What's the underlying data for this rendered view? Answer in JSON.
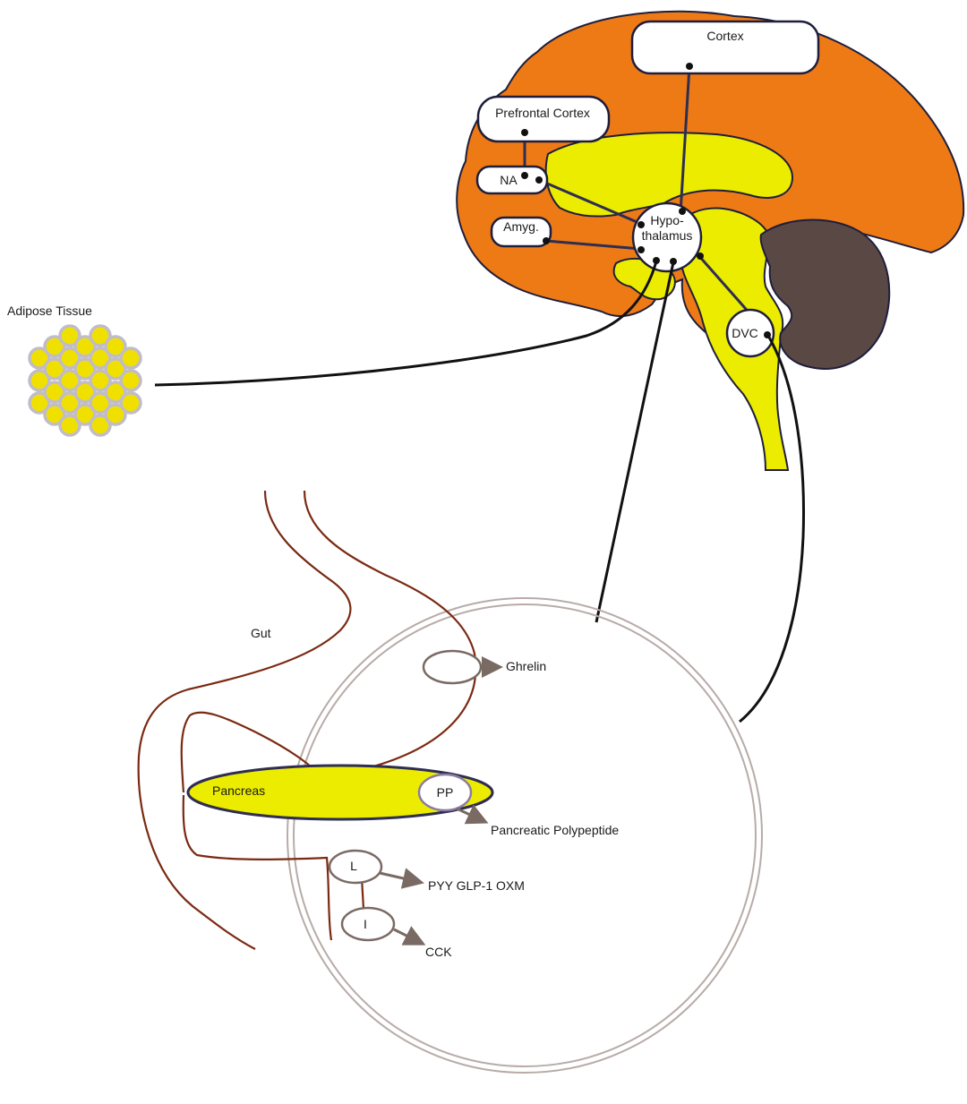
{
  "labels": {
    "cortex": "Cortex",
    "prefrontal_cortex": "Prefrontal Cortex",
    "na": "NA",
    "amyg": "Amyg.",
    "hypothalamus_line1": "Hypo-",
    "hypothalamus_line2": "thalamus",
    "dvc": "DVC",
    "adipose_tissue": "Adipose Tissue",
    "gut": "Gut",
    "ghrelin": "Ghrelin",
    "pancreas": "Pancreas",
    "pp": "PP",
    "pancreatic_polypeptide": "Pancreatic Polypeptide",
    "l_cell": "L",
    "pyy_glp1_oxm": "PYY GLP-1 OXM",
    "i_cell": "I",
    "cck": "CCK"
  },
  "colors": {
    "brain": "#ee7a16",
    "limbic": "#ecec00",
    "cerebellum": "#5a4844",
    "outline": "#1e1e3c",
    "connector": "#2e2d52",
    "gut": "#7a2a12",
    "circle": "#b8aba8",
    "cell": "#7a6a64",
    "fat": "#f0e000",
    "fat_ring": "#c0bcc8"
  }
}
